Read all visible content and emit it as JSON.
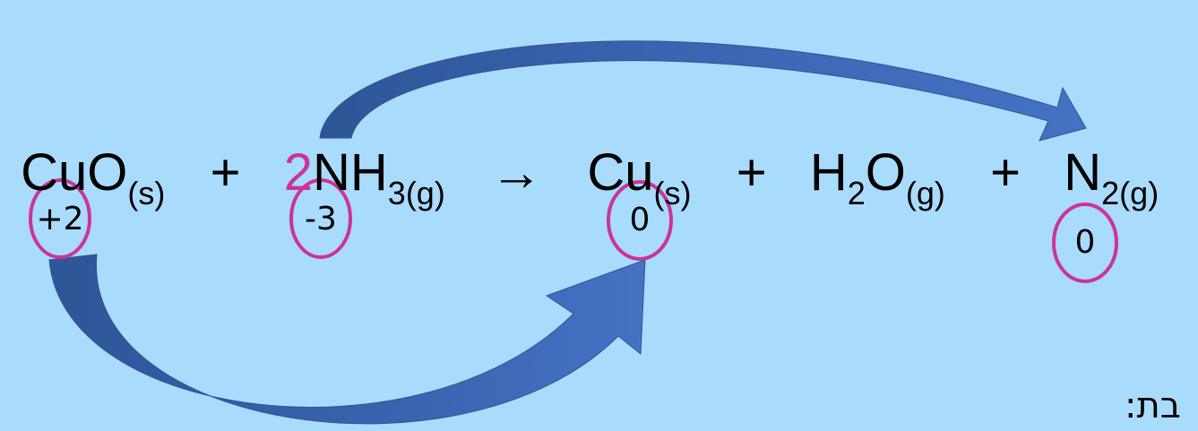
{
  "equation": {
    "cuo": "CuO",
    "cuo_state": "(s)",
    "plus1": "+",
    "nh3_coef": "2",
    "nh3_main": "NH",
    "nh3_sub": "3(g)",
    "arrow": "→",
    "cu": "Cu",
    "cu_state": "(s)",
    "plus2": "+",
    "h2o_h": "H",
    "h2o_sub": "2",
    "h2o_o": "O",
    "h2o_state": "(g)",
    "plus3": "+",
    "n2_main": "N",
    "n2_sub": "2(g)"
  },
  "oxidation_states": {
    "cu_reactant": "+2",
    "n_reactant": "-3",
    "cu_product": "0",
    "n_product": "0"
  },
  "footer_text": "בת:",
  "colors": {
    "background": "#a9dbfc",
    "coefficient": "#cc3399",
    "circle": "#cc3399",
    "arrow": "#4472c4"
  }
}
